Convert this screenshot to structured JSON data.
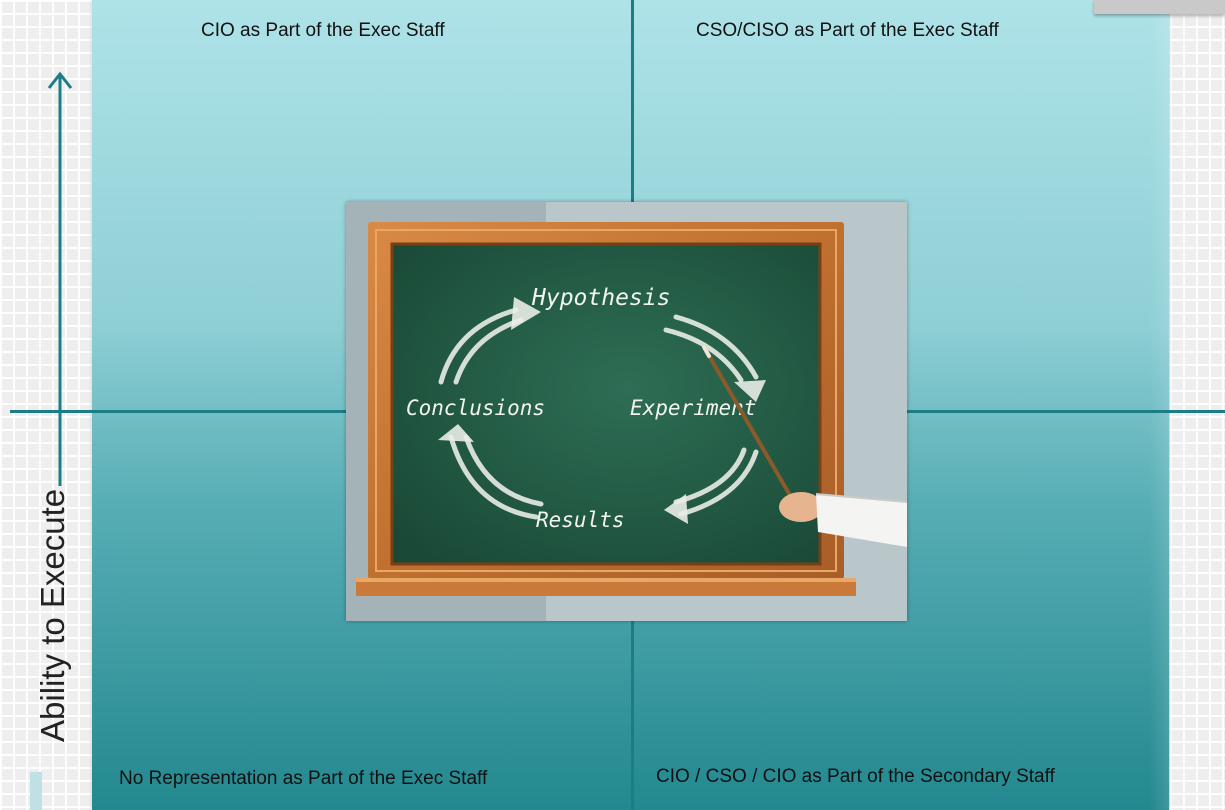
{
  "quadrants": {
    "top_left": "CIO as Part of the Exec Staff",
    "top_right": "CSO/CISO as Part of the Exec Staff",
    "bottom_left": "No Representation as Part of the Exec Staff",
    "bottom_right": "CIO / CSO / CIO as Part of the Secondary Staff"
  },
  "axis": {
    "y_label": "Ability to Execute"
  },
  "chalkboard": {
    "top": "Hypothesis",
    "left": "Conclusions",
    "right": "Experiment",
    "bottom": "Results"
  },
  "colors": {
    "line": "#1c7d86",
    "panel_top": "#aee3e8",
    "panel_bottom": "#23888f",
    "board": "#245c47",
    "frame": "#c8783a"
  }
}
